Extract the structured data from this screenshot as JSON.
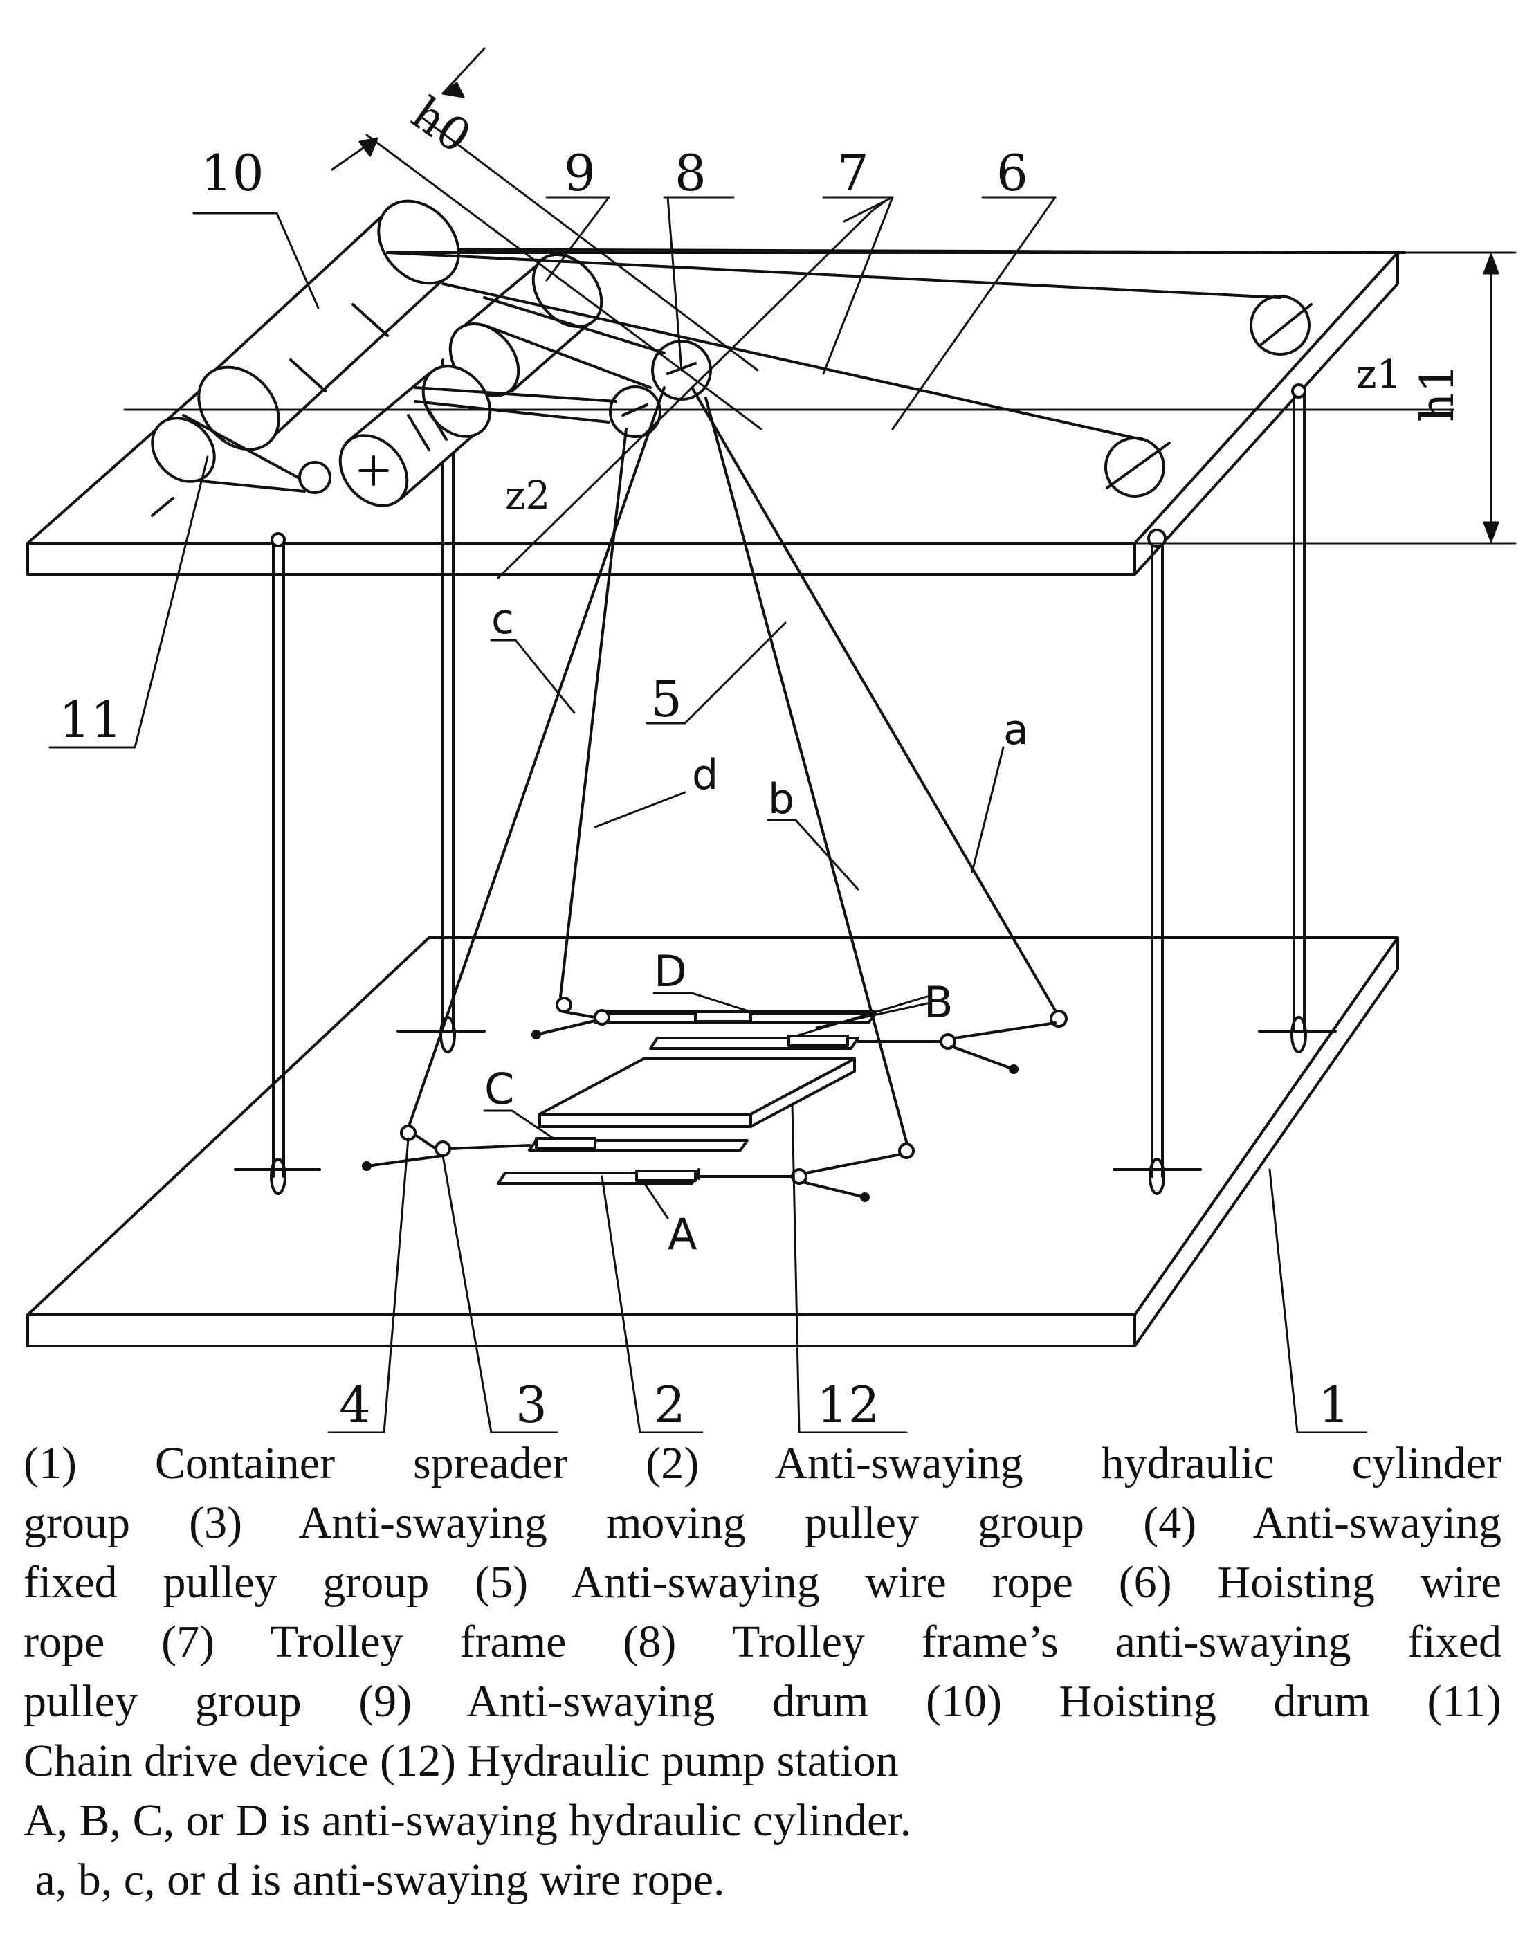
{
  "labels": {
    "n1": "1",
    "n2": "2",
    "n3": "3",
    "n4": "4",
    "n5": "5",
    "n6": "6",
    "n7": "7",
    "n8": "8",
    "n9": "9",
    "n10": "10",
    "n11": "11",
    "n12": "12",
    "A": "A",
    "B": "B",
    "C": "C",
    "D": "D",
    "a": "a",
    "b": "b",
    "c": "c",
    "d": "d",
    "h0": "h0",
    "h1": "h1",
    "z1": "z1",
    "z2": "z2"
  },
  "caption": {
    "line1": "(1) Container spreader  (2) Anti-swaying hydraulic cylinder",
    "line2": "group  (3) Anti-swaying moving pulley group (4) Anti-swaying",
    "line3": "fixed pulley group (5) Anti-swaying wire rope (6) Hoisting wire",
    "line4": "rope (7) Trolley frame (8) Trolley frame’s anti-swaying fixed",
    "line5": "pulley group (9) Anti-swaying drum (10) Hoisting drum  (11)",
    "line6": "Chain drive device (12) Hydraulic pump station",
    "line7": "A, B, C, or D is anti-swaying hydraulic cylinder.",
    "line8": " a, b, c, or d is anti-swaying wire rope."
  }
}
